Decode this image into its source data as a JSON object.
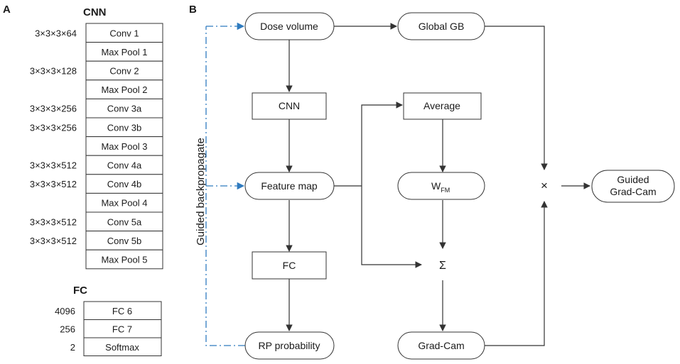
{
  "panel_a": {
    "label": "A",
    "cnn": {
      "title": "CNN",
      "layers": [
        {
          "dim": "3×3×3×64",
          "name": "Conv 1"
        },
        {
          "dim": "",
          "name": "Max Pool 1"
        },
        {
          "dim": "3×3×3×128",
          "name": "Conv 2"
        },
        {
          "dim": "",
          "name": "Max Pool 2"
        },
        {
          "dim": "3×3×3×256",
          "name": "Conv 3a"
        },
        {
          "dim": "3×3×3×256",
          "name": "Conv 3b"
        },
        {
          "dim": "",
          "name": "Max Pool 3"
        },
        {
          "dim": "3×3×3×512",
          "name": "Conv 4a"
        },
        {
          "dim": "3×3×3×512",
          "name": "Conv 4b"
        },
        {
          "dim": "",
          "name": "Max Pool 4"
        },
        {
          "dim": "3×3×3×512",
          "name": "Conv 5a"
        },
        {
          "dim": "3×3×3×512",
          "name": "Conv 5b"
        },
        {
          "dim": "",
          "name": "Max Pool 5"
        }
      ]
    },
    "fc": {
      "title": "FC",
      "layers": [
        {
          "dim": "4096",
          "name": "FC 6"
        },
        {
          "dim": "256",
          "name": "FC 7"
        },
        {
          "dim": "2",
          "name": "Softmax"
        }
      ]
    }
  },
  "panel_b": {
    "label": "B",
    "guided_label": "Guided backpropagate",
    "nodes": {
      "dose_volume": "Dose volume",
      "global_gb": "Global GB",
      "cnn": "CNN",
      "average": "Average",
      "feature_map": "Feature map",
      "wfm_main": "W",
      "wfm_sub": "FM",
      "multiply": "×",
      "guided_gradcam_line1": "Guided",
      "guided_gradcam_line2": "Grad-Cam",
      "fc": "FC",
      "sum": "Σ",
      "rp_probability": "RP probability",
      "grad_cam": "Grad-Cam"
    },
    "colors": {
      "guided_line": "#2f7bbf",
      "line": "#333333"
    }
  }
}
